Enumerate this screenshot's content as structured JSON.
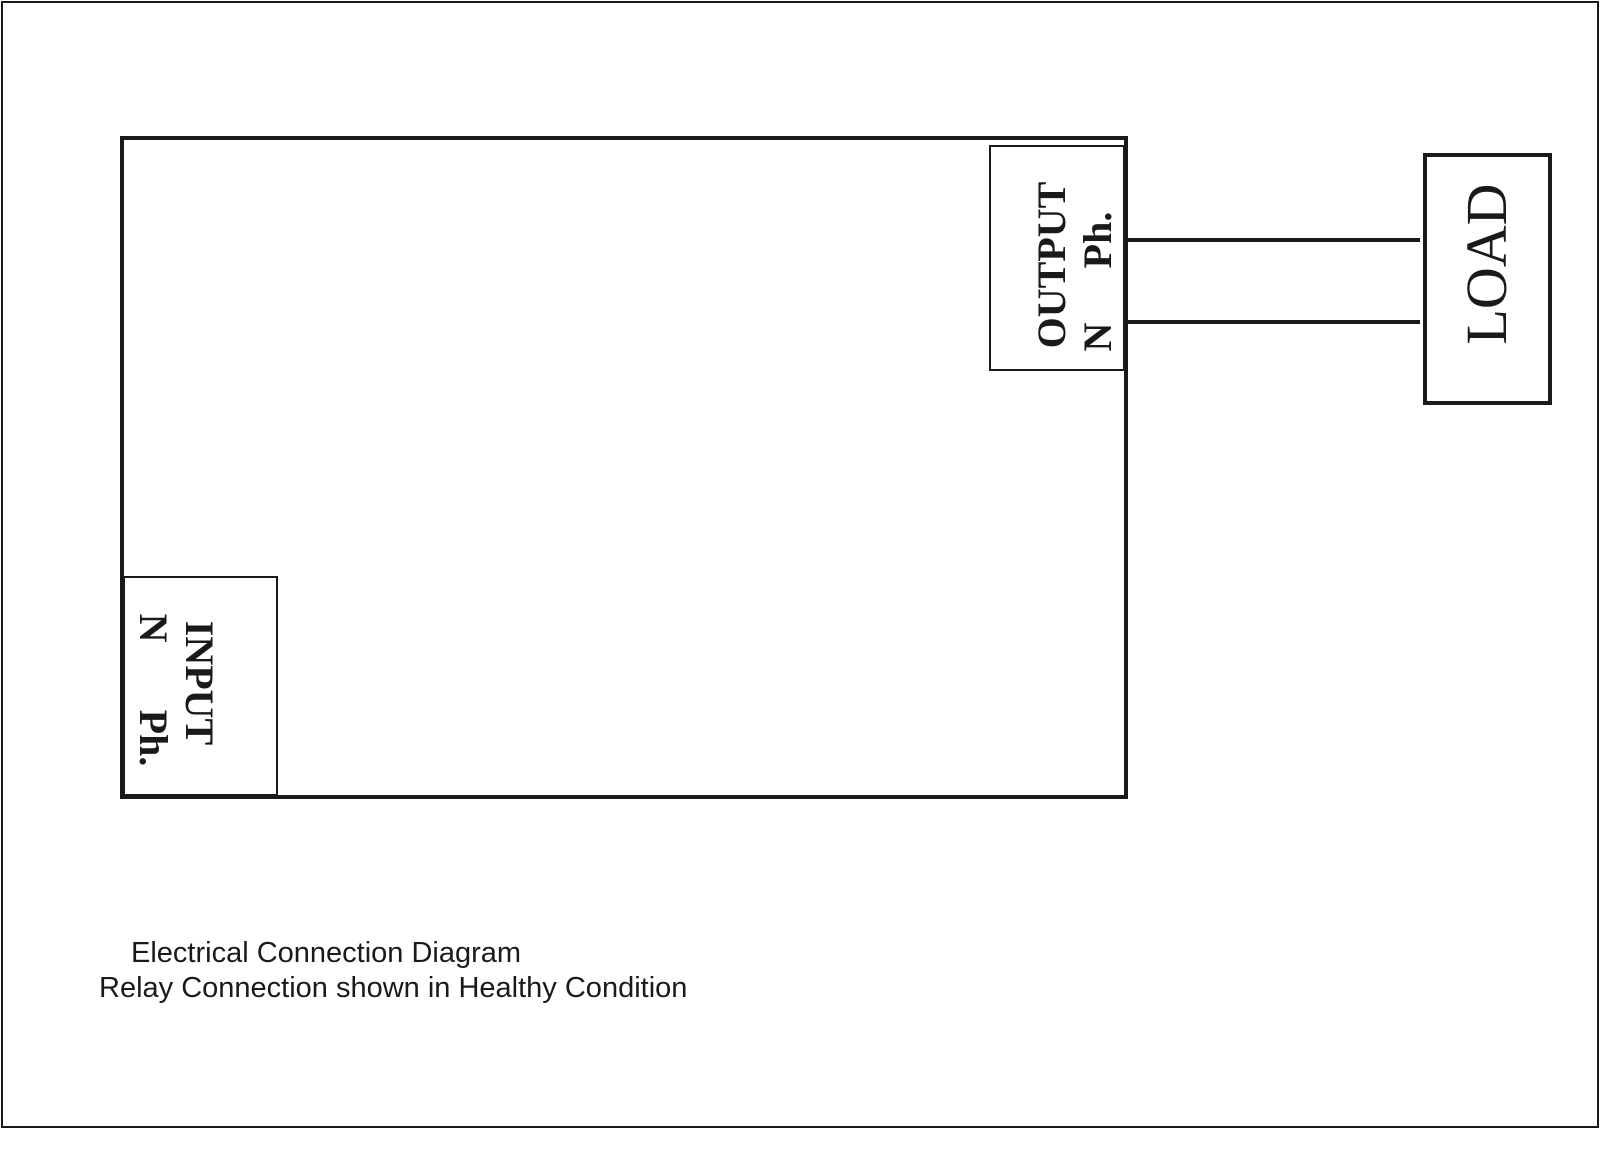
{
  "output_terminal": {
    "title": "OUTPUT",
    "neutral": "N",
    "phase": "Ph."
  },
  "input_terminal": {
    "title": "INPUT",
    "neutral": "N",
    "phase": "Ph."
  },
  "load": {
    "label": "LOAD"
  },
  "caption": {
    "line1": "Electrical Connection Diagram",
    "line2": "Relay Connection shown in Healthy Condition"
  },
  "colors": {
    "stroke": "#1a1a1a",
    "background": "#ffffff"
  }
}
